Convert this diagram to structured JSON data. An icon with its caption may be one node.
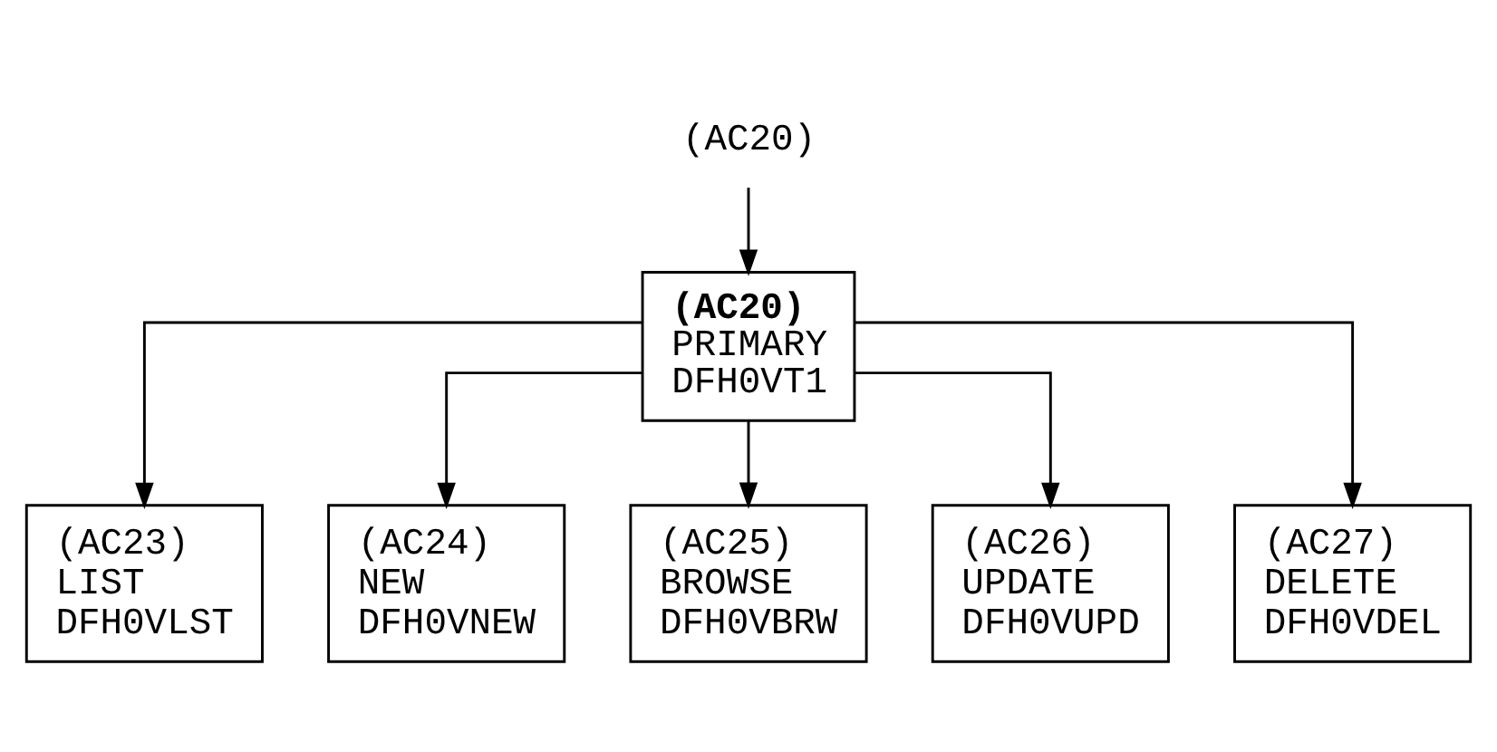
{
  "diagram": {
    "nodes": [
      {
        "text": [
          "(AC20)"
        ]
      },
      {
        "text": [
          "(AC20)",
          "PRIMARY DFH0VT1"
        ]
      },
      {
        "text": [
          "(AC23)",
          "LIST DFH0VLST"
        ]
      },
      {
        "text": [
          "(AC24)",
          "NEW DFH0VNEW"
        ]
      },
      {
        "text": [
          "(AC25)",
          "BROWSE DFH0VBRW"
        ]
      },
      {
        "text": [
          "(AC26)",
          "UPDATE DFH0VUPD"
        ]
      },
      {
        "text": [
          "(AC27)",
          "DELETE DFH0VDEL"
        ]
      }
    ],
    "edges": [
      {
        "from": 0,
        "to": 1,
        "arrow": "to"
      },
      {
        "from": 1,
        "to": 2,
        "arrow": "to"
      },
      {
        "from": 1,
        "to": 3,
        "arrow": "to"
      },
      {
        "from": 1,
        "to": 4,
        "arrow": "to"
      },
      {
        "from": 1,
        "to": 5,
        "arrow": "to"
      },
      {
        "from": 1,
        "to": 6,
        "arrow": "to"
      }
    ]
  }
}
